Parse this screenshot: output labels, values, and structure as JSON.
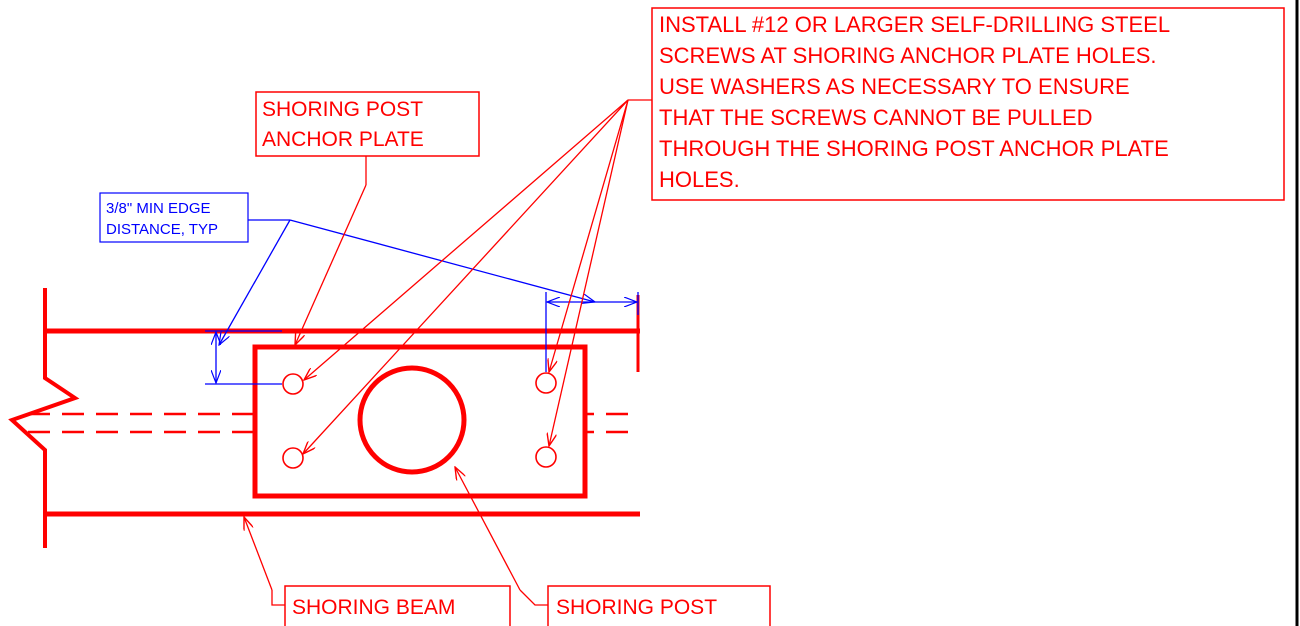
{
  "diagram": {
    "labels": {
      "anchor_plate": [
        "SHORING POST",
        "ANCHOR PLATE"
      ],
      "install_note": [
        "INSTALL #12 OR LARGER SELF-DRILLING STEEL",
        "SCREWS AT SHORING ANCHOR PLATE HOLES.",
        "USE WASHERS AS NECESSARY TO ENSURE",
        "THAT THE SCREWS CANNOT BE PULLED",
        "THROUGH THE SHORING POST ANCHOR PLATE",
        "HOLES."
      ],
      "edge_distance": [
        "3/8\" MIN EDGE",
        "DISTANCE, TYP"
      ],
      "shoring_beam": "SHORING BEAM",
      "shoring_post": "SHORING POST"
    },
    "colors": {
      "primary": "#ff0000",
      "dimension": "#0000ff",
      "background": "#ffffff"
    }
  }
}
